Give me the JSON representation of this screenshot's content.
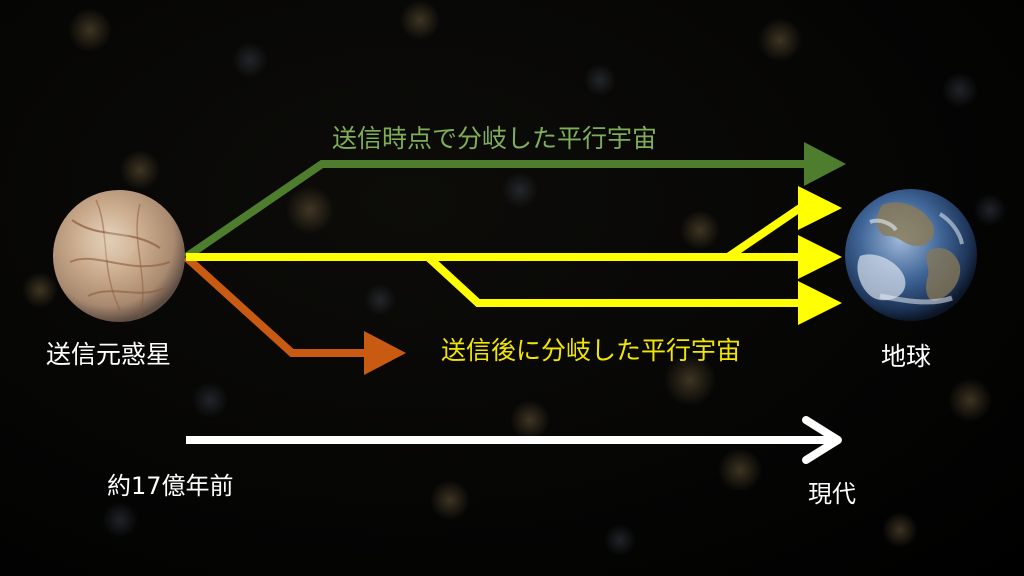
{
  "labels": {
    "branch_at_send": "送信時点で分岐した平行宇宙",
    "branch_after_send": "送信後に分岐した平行宇宙",
    "source_planet": "送信元惑星",
    "earth": "地球",
    "past": "約17億年前",
    "present": "現代"
  },
  "colors": {
    "background": "#000000",
    "green_path": "#4e7d2e",
    "yellow_path": "#ffff00",
    "orange_path": "#c85a12",
    "timeline": "#ffffff",
    "green_text": "#7fae57",
    "yellow_text": "#f2e600"
  },
  "icons": {
    "source_planet": "europa-like-planet-icon",
    "earth": "earth-globe-icon"
  }
}
